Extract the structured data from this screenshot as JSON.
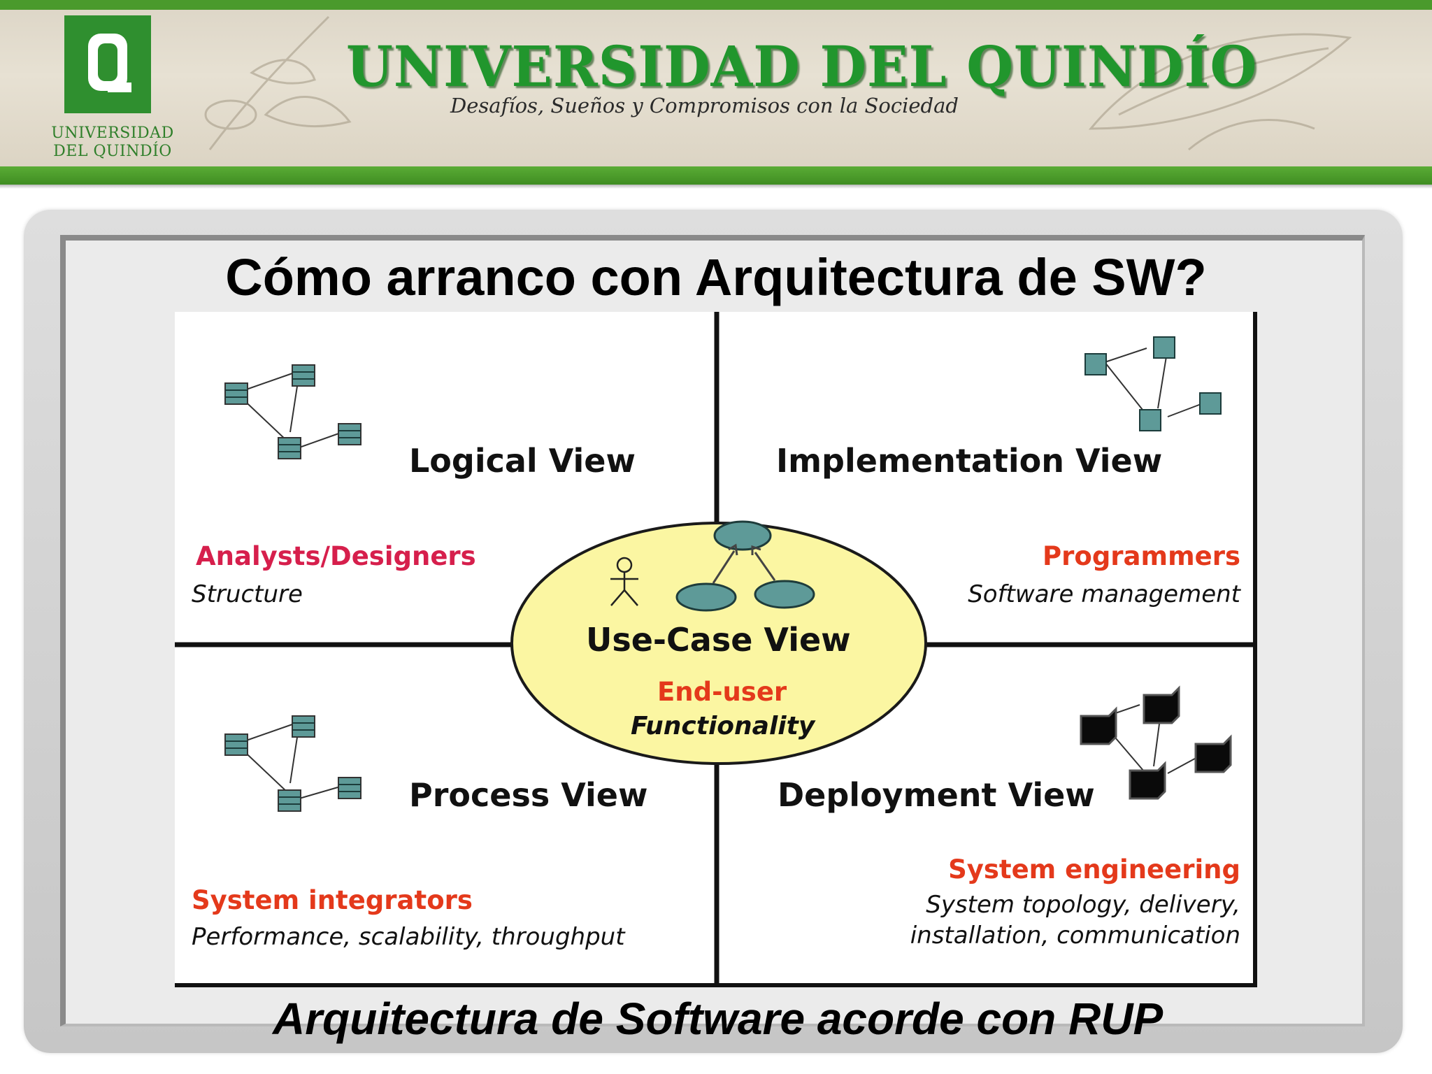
{
  "header": {
    "logo_text_line1": "UNIVERSIDAD",
    "logo_text_line2": "DEL QUINDÍO",
    "title": "UNIVERSIDAD DEL QUINDÍO",
    "slogan": "Desafíos, Sueños y Compromisos con la Sociedad"
  },
  "slide": {
    "title": "Cómo arranco con Arquitectura de SW?",
    "caption": "Arquitectura de Software acorde con RUP"
  },
  "views": {
    "logical": {
      "name": "Logical View",
      "role": "Analysts/Designers",
      "desc": "Structure"
    },
    "implementation": {
      "name": "Implementation View",
      "role": "Programmers",
      "desc": "Software management"
    },
    "process": {
      "name": "Process View",
      "role": "System integrators",
      "desc": "Performance, scalability, throughput"
    },
    "deployment": {
      "name": "Deployment View",
      "role": "System engineering",
      "desc_line1": "System topology, delivery,",
      "desc_line2": "installation, communication"
    },
    "use_case": {
      "name": "Use-Case View",
      "role": "End-user",
      "desc": "Functionality"
    }
  },
  "colors": {
    "brand_green": "#21962d",
    "role_red": "#e4391b",
    "role_magenta": "#d61f4c",
    "ellipse_fill": "#fbf6a2",
    "icon_teal": "#5e9a98"
  }
}
